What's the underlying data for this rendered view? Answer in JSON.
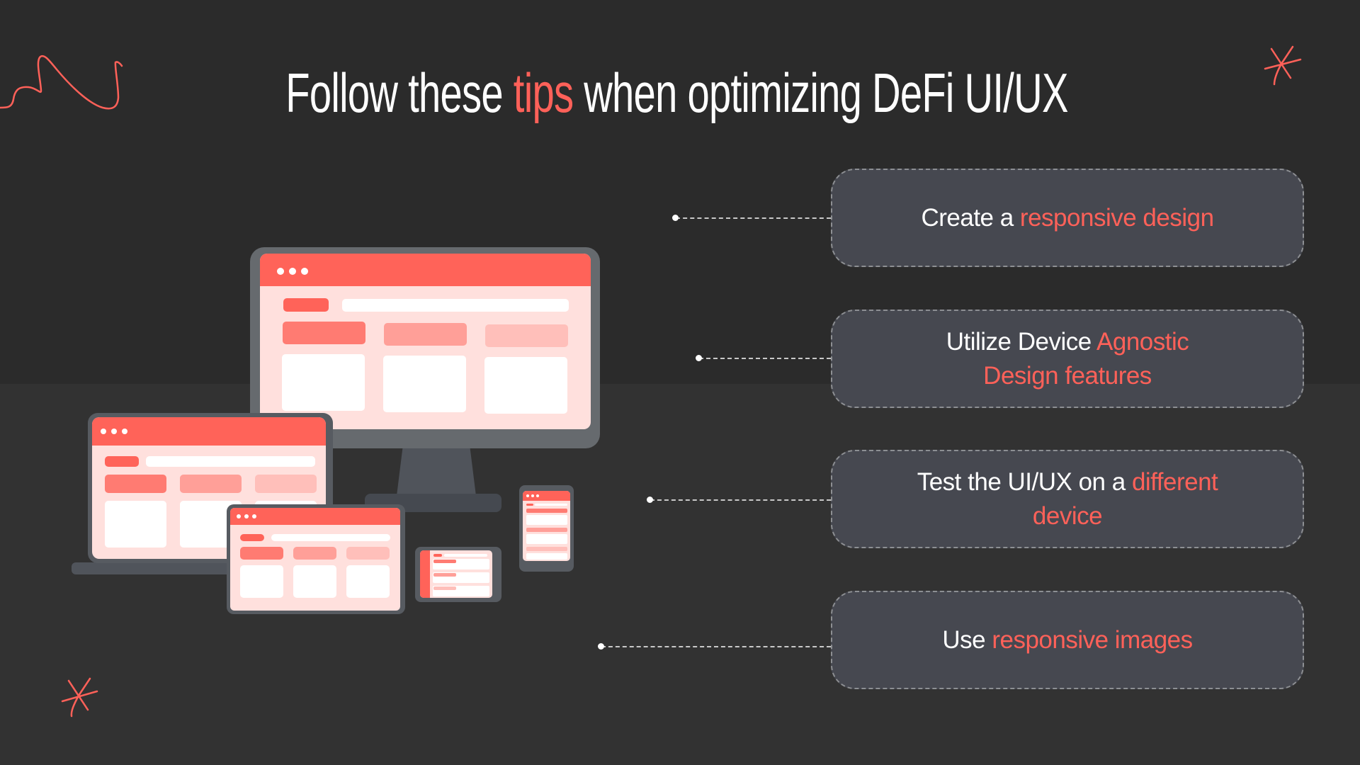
{
  "slide": {
    "title": {
      "before": "Follow these ",
      "accent": "tips",
      "after": " when optimizing DeFi UI/UX"
    },
    "tips": [
      {
        "plain": "Create a ",
        "accent": "responsive design"
      },
      {
        "plain": "Utilize Device ",
        "accent": "Agnostic Design features"
      },
      {
        "plain": "Test the UI/UX on a ",
        "accent": "different device"
      },
      {
        "plain": "Use ",
        "accent": "responsive images"
      }
    ],
    "illustration": {
      "devices": [
        "desktop-monitor",
        "laptop",
        "tablet",
        "phone-landscape",
        "phone-portrait"
      ]
    },
    "decorations": [
      "squiggle-line",
      "star-top-right",
      "star-bottom-left"
    ]
  },
  "colors": {
    "background": "#2b2b2b",
    "background_lower": "#323232",
    "accent": "#ff6159",
    "card": "#464850",
    "card_border": "#8d8f93",
    "text": "#ffffff"
  }
}
